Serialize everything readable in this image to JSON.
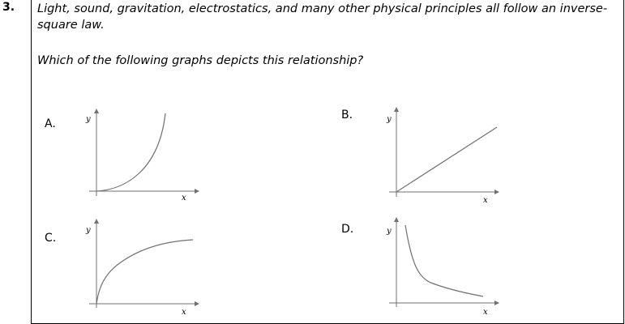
{
  "question": {
    "number": "3.",
    "stem": "Light, sound, gravitation, electrostatics, and many other physical principles all follow an inverse-square law.",
    "prompt": "Which of the following graphs depicts this relationship?"
  },
  "choices": [
    {
      "letter": "A.",
      "x_axis": "x",
      "y_axis": "y",
      "curve": "concave-up increasing"
    },
    {
      "letter": "B.",
      "x_axis": "x",
      "y_axis": "y",
      "curve": "linear increasing"
    },
    {
      "letter": "C.",
      "x_axis": "x",
      "y_axis": "y",
      "curve": "concave-down increasing"
    },
    {
      "letter": "D.",
      "x_axis": "x",
      "y_axis": "y",
      "curve": "decreasing hyperbolic decay"
    }
  ],
  "colors": {
    "curve": "#707070",
    "axes": "#707070",
    "text": "#000000"
  }
}
